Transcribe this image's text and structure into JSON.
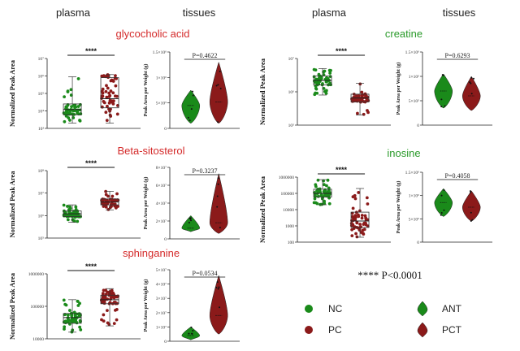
{
  "headers": {
    "left_plasma": "plasma",
    "left_tissues": "tissues",
    "right_plasma": "plasma",
    "right_tissues": "tissues"
  },
  "significance_note": "**** P<0.0001",
  "legend": [
    {
      "label": "NC",
      "color": "#1a8a1a",
      "shape": "circle"
    },
    {
      "label": "PC",
      "color": "#8b1a1a",
      "shape": "circle"
    },
    {
      "label": "ANT",
      "color": "#1a8a1a",
      "shape": "violin"
    },
    {
      "label": "PCT",
      "color": "#8b1a1a",
      "shape": "violin"
    }
  ],
  "colors": {
    "nc": "#1a8a1a",
    "pc": "#8b1a1a",
    "title_red": "#d42a2a",
    "title_green": "#2a9a2a"
  },
  "chart_data": [
    {
      "metabolite": "glycocholic acid",
      "title_color": "red",
      "plasma": {
        "type": "box-scatter",
        "ylabel": "Normalized Peak Area",
        "log": true,
        "ylim": [
          1000.0,
          10000000.0
        ],
        "tick_labels": [
          "10³",
          "10⁴",
          "10⁵",
          "10⁶",
          "10⁷"
        ],
        "ticks": [
          1000.0,
          10000.0,
          100000.0,
          1000000.0,
          10000000.0
        ],
        "annotation": "****",
        "groups": [
          {
            "name": "NC",
            "min": 2000.0,
            "q1": 6000.0,
            "median": 12000.0,
            "q3": 25000.0,
            "max": 900000.0
          },
          {
            "name": "PC",
            "min": 2000.0,
            "q1": 15000.0,
            "median": 50000.0,
            "q3": 800000.0,
            "max": 1200000.0
          }
        ]
      },
      "tissues": {
        "type": "violin",
        "ylabel": "Peak Area per Weight (g)",
        "ylim": [
          0,
          1500000.0
        ],
        "tick_labels": [
          "0",
          "5×10⁵",
          "1×10⁶",
          "1.5×10⁶"
        ],
        "ticks": [
          0,
          500000.0,
          1000000.0,
          1500000.0
        ],
        "annotation": "P=0.4622",
        "groups": [
          {
            "name": "ANT",
            "min": 100000.0,
            "median": 450000.0,
            "max": 750000.0
          },
          {
            "name": "PCT",
            "min": 100000.0,
            "median": 520000.0,
            "max": 1300000.0
          }
        ]
      }
    },
    {
      "metabolite": "Beta-sitosterol",
      "title_color": "red",
      "plasma": {
        "type": "box-scatter",
        "ylabel": "Normalized Peak Area",
        "log": true,
        "ylim": [
          100000.0,
          100000000.0
        ],
        "tick_labels": [
          "10⁵",
          "10⁶",
          "10⁷",
          "10⁸"
        ],
        "ticks": [
          100000.0,
          1000000.0,
          10000000.0,
          100000000.0
        ],
        "annotation": "****",
        "groups": [
          {
            "name": "NC",
            "min": 500000.0,
            "q1": 900000.0,
            "median": 1200000.0,
            "q3": 1600000.0,
            "max": 3000000.0
          },
          {
            "name": "PC",
            "min": 1800000.0,
            "q1": 3000000.0,
            "median": 4000000.0,
            "q3": 5500000.0,
            "max": 12000000.0
          }
        ]
      },
      "tissues": {
        "type": "violin",
        "ylabel": "Peak Area per Weight (g)",
        "ylim": [
          0,
          80000000.0
        ],
        "tick_labels": [
          "0",
          "2×10⁷",
          "4×10⁷",
          "6×10⁷",
          "8×10⁷"
        ],
        "ticks": [
          0,
          20000000.0,
          40000000.0,
          60000000.0,
          80000000.0
        ],
        "annotation": "P=0.3237",
        "groups": [
          {
            "name": "ANT",
            "min": 8000000.0,
            "median": 12000000.0,
            "max": 26000000.0
          },
          {
            "name": "PCT",
            "min": 6000000.0,
            "median": 18000000.0,
            "max": 73000000.0
          }
        ]
      }
    },
    {
      "metabolite": "sphinganine",
      "title_color": "red",
      "plasma": {
        "type": "box-scatter",
        "ylabel": "Normalized Peak Area",
        "log": true,
        "ylim": [
          10000.0,
          1000000.0
        ],
        "tick_labels": [
          "10000",
          "100000",
          "1000000"
        ],
        "ticks": [
          10000.0,
          100000.0,
          1000000.0
        ],
        "annotation": "****",
        "groups": [
          {
            "name": "NC",
            "min": 16000.0,
            "q1": 30000.0,
            "median": 45000.0,
            "q3": 60000.0,
            "max": 160000.0
          },
          {
            "name": "PC",
            "min": 25000.0,
            "q1": 120000.0,
            "median": 160000.0,
            "q3": 220000.0,
            "max": 350000.0
          }
        ]
      },
      "tissues": {
        "type": "violin",
        "ylabel": "Peak Area per Weight (g)",
        "ylim": [
          0,
          50000000.0
        ],
        "tick_labels": [
          "0",
          "1×10⁷",
          "2×10⁷",
          "3×10⁷",
          "4×10⁷",
          "5×10⁷"
        ],
        "ticks": [
          0,
          10000000.0,
          20000000.0,
          30000000.0,
          40000000.0,
          50000000.0
        ],
        "annotation": "P=0.0534",
        "groups": [
          {
            "name": "ANT",
            "min": 1000000.0,
            "median": 4000000.0,
            "max": 10000000.0
          },
          {
            "name": "PCT",
            "min": 5000000.0,
            "median": 18000000.0,
            "max": 46000000.0
          }
        ]
      }
    },
    {
      "metabolite": "creatine",
      "title_color": "green",
      "plasma": {
        "type": "box-scatter",
        "ylabel": "Normalized Peak Area",
        "log": true,
        "ylim": [
          100000.0,
          10000000.0
        ],
        "tick_labels": [
          "10⁵",
          "10⁶",
          "10⁷"
        ],
        "ticks": [
          100000.0,
          1000000.0,
          10000000.0
        ],
        "annotation": "****",
        "groups": [
          {
            "name": "NC",
            "min": 800000.0,
            "q1": 1600000.0,
            "median": 2200000.0,
            "q3": 3000000.0,
            "max": 5000000.0
          },
          {
            "name": "PC",
            "min": 200000.0,
            "q1": 500000.0,
            "median": 650000.0,
            "q3": 850000.0,
            "max": 1800000.0
          }
        ]
      },
      "tissues": {
        "type": "violin",
        "ylabel": "Peak Area per Weight (g)",
        "ylim": [
          0,
          1500000.0
        ],
        "tick_labels": [
          "0",
          "5×10⁵",
          "1×10⁶",
          "1.5×10⁶"
        ],
        "ticks": [
          0,
          500000.0,
          1000000.0,
          1500000.0
        ],
        "annotation": "P=0.6293",
        "groups": [
          {
            "name": "ANT",
            "min": 350000.0,
            "median": 700000.0,
            "max": 1050000.0
          },
          {
            "name": "PCT",
            "min": 300000.0,
            "median": 600000.0,
            "max": 1000000.0
          }
        ]
      }
    },
    {
      "metabolite": "inosine",
      "title_color": "green",
      "plasma": {
        "type": "box-scatter",
        "ylabel": "Normalized Peak Area",
        "log": true,
        "ylim": [
          100,
          1000000.0
        ],
        "tick_labels": [
          "100",
          "1000",
          "10000",
          "100000",
          "1000000"
        ],
        "ticks": [
          100,
          1000.0,
          10000.0,
          100000.0,
          1000000.0
        ],
        "annotation": "****",
        "groups": [
          {
            "name": "NC",
            "min": 20000.0,
            "q1": 60000.0,
            "median": 100000.0,
            "q3": 180000.0,
            "max": 700000.0
          },
          {
            "name": "PC",
            "min": 200,
            "q1": 800,
            "median": 2000,
            "q3": 7000,
            "max": 200000.0
          }
        ]
      },
      "tissues": {
        "type": "violin",
        "ylabel": "Peak Area per Weight (g)",
        "ylim": [
          0,
          1500000.0
        ],
        "tick_labels": [
          "0",
          "5×10⁵",
          "1×10⁶",
          "1.5×10⁶"
        ],
        "ticks": [
          0,
          500000.0,
          1000000.0,
          1500000.0
        ],
        "annotation": "P=0.4058",
        "groups": [
          {
            "name": "ANT",
            "min": 550000.0,
            "median": 850000.0,
            "max": 1150000.0
          },
          {
            "name": "PCT",
            "min": 450000.0,
            "median": 750000.0,
            "max": 1100000.0
          }
        ]
      }
    }
  ]
}
